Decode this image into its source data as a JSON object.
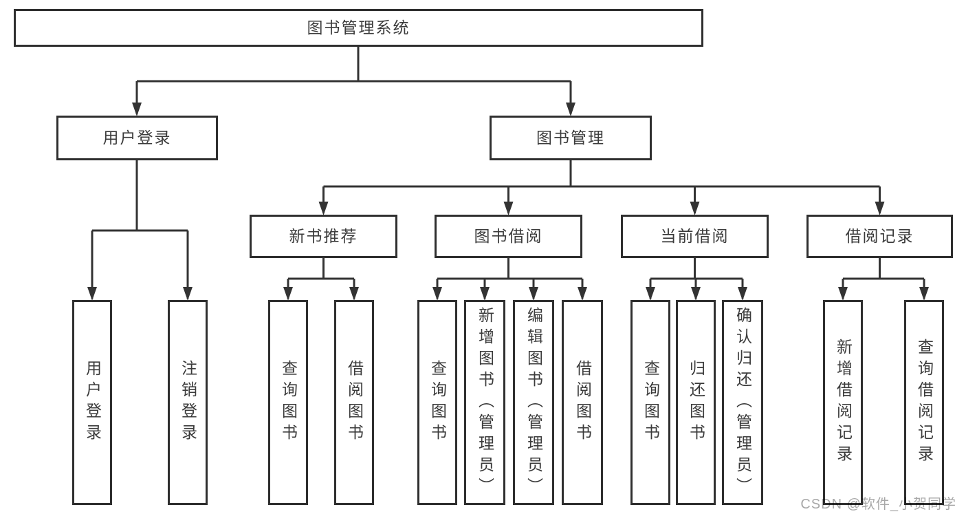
{
  "tree": {
    "label": "图书管理系统",
    "children": [
      {
        "label": "用户登录",
        "children": [
          {
            "label": "用户登录"
          },
          {
            "label": "注销登录"
          }
        ]
      },
      {
        "label": "图书管理",
        "children": [
          {
            "label": "新书推荐",
            "children": [
              {
                "label": "查询图书"
              },
              {
                "label": "借阅图书"
              }
            ]
          },
          {
            "label": "图书借阅",
            "children": [
              {
                "label": "查询图书"
              },
              {
                "label": "新增图书（管理员）"
              },
              {
                "label": "编辑图书（管理员）"
              },
              {
                "label": "借阅图书"
              }
            ]
          },
          {
            "label": "当前借阅",
            "children": [
              {
                "label": "查询图书"
              },
              {
                "label": "归还图书"
              },
              {
                "label": "确认归还（管理员）"
              }
            ]
          },
          {
            "label": "借阅记录",
            "children": [
              {
                "label": "新增借阅记录"
              },
              {
                "label": "查询借阅记录"
              }
            ]
          }
        ]
      }
    ]
  },
  "watermark": {
    "text": "CSDN @软件_小贺同学"
  },
  "colors": {
    "border": "#2f2f2f",
    "line": "#333333",
    "text": "#3b3b3b",
    "background": "#ffffff",
    "watermark": "#a8a8a8"
  }
}
